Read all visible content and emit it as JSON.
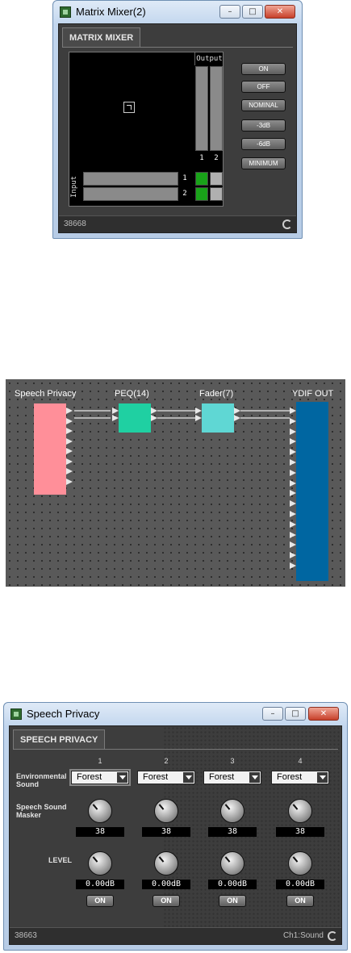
{
  "matrix_mixer": {
    "title": "Matrix Mixer(2)",
    "tab": "MATRIX MIXER",
    "output_label": "Output",
    "input_label": "Input",
    "outputs": [
      "1",
      "2"
    ],
    "inputs": [
      "1",
      "2"
    ],
    "buttons": [
      "ON",
      "OFF",
      "NOMINAL",
      "-3dB",
      "-6dB",
      "MINIMUM"
    ],
    "crosspoints": [
      [
        true,
        false
      ],
      [
        true,
        false
      ]
    ],
    "status_id": "38668",
    "on_color": "#19a319"
  },
  "diagram": {
    "blocks": [
      {
        "label": "Speech Privacy",
        "color": "#ff8f99"
      },
      {
        "label": "PEQ(14)",
        "color": "#1fd0a2"
      },
      {
        "label": "Fader(7)",
        "color": "#5fd7d4"
      },
      {
        "label": "YDIF OUT",
        "color": "#0066a1"
      }
    ]
  },
  "speech_privacy": {
    "title": "Speech Privacy",
    "tab": "SPEECH PRIVACY",
    "row_labels": {
      "environmental": "Environmental\nSound",
      "masker": "Speech Sound\nMasker",
      "level": "LEVEL"
    },
    "channels": [
      {
        "num": "1",
        "env": "Forest",
        "masker": "38",
        "level": "0.00dB",
        "on": "ON"
      },
      {
        "num": "2",
        "env": "Forest",
        "masker": "38",
        "level": "0.00dB",
        "on": "ON"
      },
      {
        "num": "3",
        "env": "Forest",
        "masker": "38",
        "level": "0.00dB",
        "on": "ON"
      },
      {
        "num": "4",
        "env": "Forest",
        "masker": "38",
        "level": "0.00dB",
        "on": "ON"
      }
    ],
    "status_id": "38663",
    "status_right": "Ch1:Sound"
  }
}
